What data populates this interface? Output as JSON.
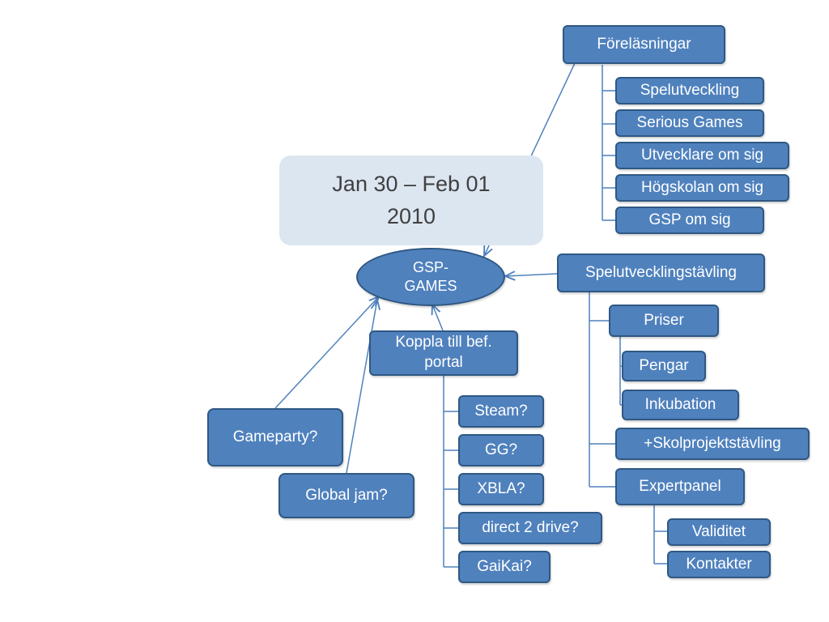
{
  "date_label": "Jan 30 – Feb 01 2010",
  "center": "GSP- GAMES",
  "forelasningar": {
    "title": "Föreläsningar",
    "items": [
      "Spelutveckling",
      "Serious Games",
      "Utvecklare om sig",
      "Högskolan om sig",
      "GSP om sig"
    ]
  },
  "tavling": {
    "title": "Spelutvecklingstävling",
    "priser": {
      "title": "Priser",
      "items": [
        "Pengar",
        "Inkubation"
      ]
    },
    "skolprojekt": "+Skolprojektstävling",
    "expertpanel": {
      "title": "Expertpanel",
      "items": [
        "Validitet",
        "Kontakter"
      ]
    }
  },
  "portal": {
    "title": "Koppla till bef. portal",
    "items": [
      "Steam?",
      "GG?",
      "XBLA?",
      "direct 2 drive?",
      "GaiKai?"
    ]
  },
  "gameparty": "Gameparty?",
  "global_jam": "Global jam?",
  "colors": {
    "node_fill": "#4f81bd",
    "node_border": "#2f5883",
    "date_fill": "#dce6f1",
    "connector": "#4f81bd"
  }
}
